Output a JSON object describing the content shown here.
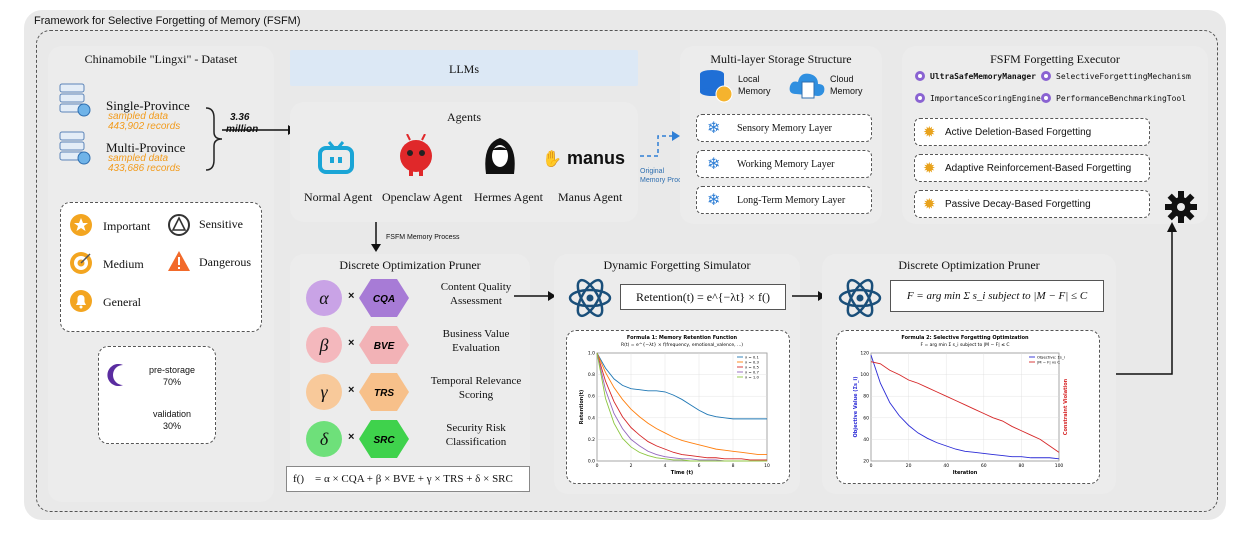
{
  "framework_title": "Framework for Selective Forgetting of Memory (FSFM)",
  "dataset": {
    "title": "Chinamobile \"Lingxi\" - Dataset",
    "single_label": "Single-Province",
    "single_sub1": "sampled data",
    "single_sub2": "443,902 records",
    "multi_label": "Multi-Province",
    "multi_sub1": "sampled data",
    "multi_sub2": "433,686 records",
    "total_value": "3.36",
    "total_unit": "million"
  },
  "legend": {
    "important": "Important",
    "sensitive": "Sensitive",
    "medium": "Medium",
    "dangerous": "Dangerous",
    "general": "General"
  },
  "split": {
    "prestorage_label": "pre-storage",
    "prestorage_pct": "70%",
    "validation_label": "validation",
    "validation_pct": "30%"
  },
  "llms_label": "LLMs",
  "agents": {
    "title": "Agents",
    "items": [
      "Normal Agent",
      "Openclaw Agent",
      "Hermes Agent",
      "Manus Agent"
    ],
    "manus_logo": "manus"
  },
  "flow": {
    "fsfm_memory_process": "FSFM Memory Process",
    "original_line1": "Original",
    "original_line2": "Memory Process"
  },
  "storage": {
    "title": "Multi-layer Storage Structure",
    "local": [
      "Local",
      "Memory"
    ],
    "cloud": [
      "Cloud",
      "Memory"
    ],
    "layers": [
      "Sensory Memory Layer",
      "Working Memory Layer",
      "Long-Term Memory Layer"
    ]
  },
  "executor": {
    "title": "FSFM Forgetting Executor",
    "modules": [
      "UltraSafeMemoryManager",
      "SelectiveForgettingMechanism",
      "ImportanceScoringEngine",
      "PerformanceBenchmarkingTool"
    ],
    "strategies": [
      "Active Deletion-Based Forgetting",
      "Adaptive Reinforcement-Based Forgetting",
      "Passive Decay-Based Forgetting"
    ]
  },
  "pruner_left": {
    "title": "Discrete Optimization Pruner",
    "rows": [
      {
        "greek": "α",
        "abbr": "CQA",
        "line1": "Content Quality",
        "line2": "Assessment",
        "color": "#c9a3e6",
        "hex": "#a77bd6"
      },
      {
        "greek": "β",
        "abbr": "BVE",
        "line1": "Business Value",
        "line2": "Evaluation",
        "color": "#f4b8bd",
        "hex": "#f2b2b6"
      },
      {
        "greek": "γ",
        "abbr": "TRS",
        "line1": "Temporal Relevance",
        "line2": "Scoring",
        "color": "#f8c99a",
        "hex": "#f7c08a"
      },
      {
        "greek": "δ",
        "abbr": "SRC",
        "line1": "Security Risk",
        "line2": "Classification",
        "color": "#6ee07a",
        "hex": "#3fd24c"
      }
    ],
    "times": "×",
    "formula": "f()    = α × CQA + β × BVE + γ × TRS + δ × SRC"
  },
  "simulator": {
    "title": "Dynamic Forgetting Simulator",
    "formula": "Retention(t) = e^{−λt} × f()"
  },
  "pruner_right": {
    "title": "Discrete Optimization Pruner",
    "formula": "F = arg min Σ s_i  subject to  |M − F| ≤ C"
  },
  "chart_data": [
    {
      "type": "line",
      "title": "Formula 1: Memory Retention Function",
      "subtitle": "R(t) = e^{−λt} × f(frequency, emotional_valence, ...)",
      "xlabel": "Time (t)",
      "ylabel": "Retention(t)",
      "xlim": [
        0,
        10
      ],
      "ylim": [
        0,
        1.0
      ],
      "xticks": [
        "0",
        "2",
        "4",
        "6",
        "8",
        "10"
      ],
      "yticks": [
        "0.0",
        "0.2",
        "0.4",
        "0.6",
        "0.8",
        "1.0"
      ],
      "grid": true,
      "legend": "top-right",
      "x": [
        0,
        0.5,
        1,
        1.5,
        2,
        2.5,
        3,
        3.5,
        4,
        4.5,
        5,
        5.5,
        6,
        6.5,
        7,
        7.5,
        8,
        8.5,
        9,
        9.5,
        10
      ],
      "series": [
        {
          "name": "λ = 0.1",
          "color": "#1f77b4",
          "values": [
            1.0,
            0.86,
            0.76,
            0.7,
            0.67,
            0.66,
            0.65,
            0.65,
            0.64,
            0.61,
            0.57,
            0.52,
            0.47,
            0.43,
            0.41,
            0.4,
            0.39,
            0.39,
            0.39,
            0.39,
            0.39
          ]
        },
        {
          "name": "λ = 0.3",
          "color": "#ff7f0e",
          "values": [
            1.0,
            0.82,
            0.68,
            0.57,
            0.48,
            0.41,
            0.35,
            0.3,
            0.26,
            0.22,
            0.19,
            0.17,
            0.15,
            0.13,
            0.11,
            0.1,
            0.09,
            0.08,
            0.07,
            0.06,
            0.06
          ]
        },
        {
          "name": "λ = 0.5",
          "color": "#d62728",
          "values": [
            1.0,
            0.74,
            0.55,
            0.41,
            0.31,
            0.24,
            0.18,
            0.14,
            0.11,
            0.08,
            0.06,
            0.05,
            0.04,
            0.03,
            0.03,
            0.02,
            0.02,
            0.02,
            0.01,
            0.01,
            0.01
          ]
        },
        {
          "name": "λ = 0.7",
          "color": "#9467bd",
          "values": [
            1.0,
            0.66,
            0.44,
            0.3,
            0.2,
            0.14,
            0.09,
            0.06,
            0.04,
            0.03,
            0.02,
            0.02,
            0.01,
            0.01,
            0.01,
            0.0,
            0.0,
            0.0,
            0.0,
            0.0,
            0.0
          ]
        },
        {
          "name": "λ = 1.0",
          "color": "#8cc63f",
          "values": [
            1.0,
            0.58,
            0.35,
            0.21,
            0.13,
            0.08,
            0.05,
            0.03,
            0.02,
            0.01,
            0.01,
            0.0,
            0.0,
            0.0,
            0.0,
            0.0,
            0.0,
            0.0,
            0.0,
            0.0,
            0.0
          ]
        }
      ]
    },
    {
      "type": "line",
      "title": "Formula 2: Selective Forgetting Optimization",
      "subtitle": "F = arg min Σ s_i subject to |M − F| ≤ C",
      "xlabel": "Iteration",
      "ylabel": "Objective Value (Σs_i)",
      "y2label": "Constraint Violation",
      "xlim": [
        0,
        100
      ],
      "ylim": [
        20,
        120
      ],
      "xticks": [
        "0",
        "20",
        "40",
        "60",
        "80",
        "100"
      ],
      "yticks": [
        "20",
        "40",
        "60",
        "80",
        "100",
        "120"
      ],
      "grid": true,
      "legend": "top-right",
      "x": [
        0,
        5,
        10,
        15,
        20,
        25,
        30,
        35,
        40,
        45,
        50,
        55,
        60,
        65,
        70,
        75,
        80,
        85,
        90,
        95,
        100
      ],
      "series": [
        {
          "name": "Objective: Σs_i",
          "color": "#2b2bd6",
          "values": [
            118,
            92,
            74,
            62,
            53,
            46,
            41,
            37,
            34,
            31,
            29,
            28,
            27,
            26,
            25,
            24,
            24,
            23,
            23,
            23,
            22
          ]
        },
        {
          "name": "|M − F| vs C",
          "color": "#d62728",
          "values": [
            112,
            110,
            104,
            100,
            95,
            92,
            88,
            84,
            80,
            76,
            72,
            68,
            64,
            60,
            57,
            52,
            48,
            44,
            40,
            34,
            28
          ]
        }
      ]
    }
  ]
}
